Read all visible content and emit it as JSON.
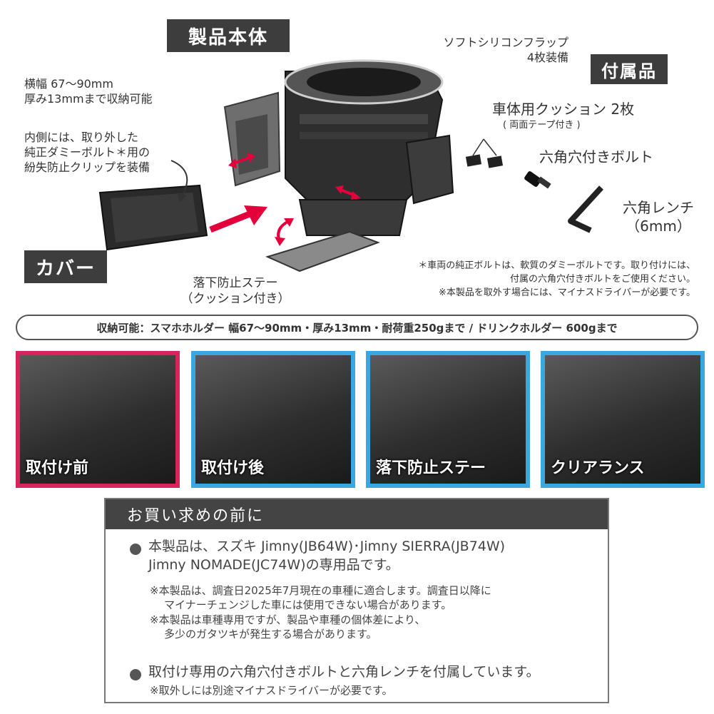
{
  "labels": {
    "product_body": "製品本体",
    "accessories": "付属品",
    "cover": "カバー"
  },
  "notes": {
    "width_line1": "横幅 67〜90mm",
    "width_line2": "厚み13mmまで収納可能",
    "clip_line1": "内側には、取り外した",
    "clip_line2": "純正ダミーボルト＊用の",
    "clip_line3": "紛失防止クリップを装備",
    "flap_line1": "ソフトシリコンフラップ",
    "flap_line2": "4枚装備",
    "stay_line1": "落下防止ステー",
    "stay_line2": "（クッション付き）"
  },
  "accessory_items": {
    "cushion": "車体用クッション 2枚",
    "cushion_sub": "( 両面テープ付き )",
    "bolt": "六角穴付きボルト",
    "wrench_line1": "六角レンチ",
    "wrench_line2": "（6mm）"
  },
  "footnotes": {
    "line1": "＊車両の純正ボルトは、軟質のダミーボルトです。取り付けには、",
    "line2": "付属の六角穴付きボルトをご使用ください。",
    "line3": "※本製品を取外す場合には、マイナスドライバーが必要です。"
  },
  "capacity": "収納可能：スマホホルダー 幅67〜90mm・厚み13mm・耐荷重250gまで / ドリンクホルダー 600gまで",
  "photos": [
    {
      "caption": "取付け前",
      "border": "#d8245c"
    },
    {
      "caption": "取付け後",
      "border": "#3aa7e0"
    },
    {
      "caption": "落下防止ステー",
      "border": "#3aa7e0"
    },
    {
      "caption": "クリアランス",
      "border": "#3aa7e0"
    }
  ],
  "notice": {
    "header": "お買い求めの前に",
    "b1_line1": "本製品は、スズキ Jimny(JB64W)･Jimny SIERRA(JB74W)",
    "b1_line2": "Jimny NOMADE(JC74W)の専用品です。",
    "b1_sub1": "※本製品は、調査日2025年7月現在の車種に適合します。調査日以降に",
    "b1_sub2": "マイナーチェンジした車には使用できない場合があります。",
    "b1_sub3": "※本製品は車種専用ですが、製品や車種の個体差により、",
    "b1_sub4": "多少のガタツキが発生する場合があります。",
    "b2_line1": "取付け専用の六角穴付きボルトと六角レンチを付属しています。",
    "b2_sub1": "※取外しには別途マイナスドライバーが必要です。"
  },
  "colors": {
    "accent_red": "#e4003a",
    "frame_pink": "#d8245c",
    "frame_blue": "#3aa7e0",
    "label_bg": "#3d3d3d"
  }
}
